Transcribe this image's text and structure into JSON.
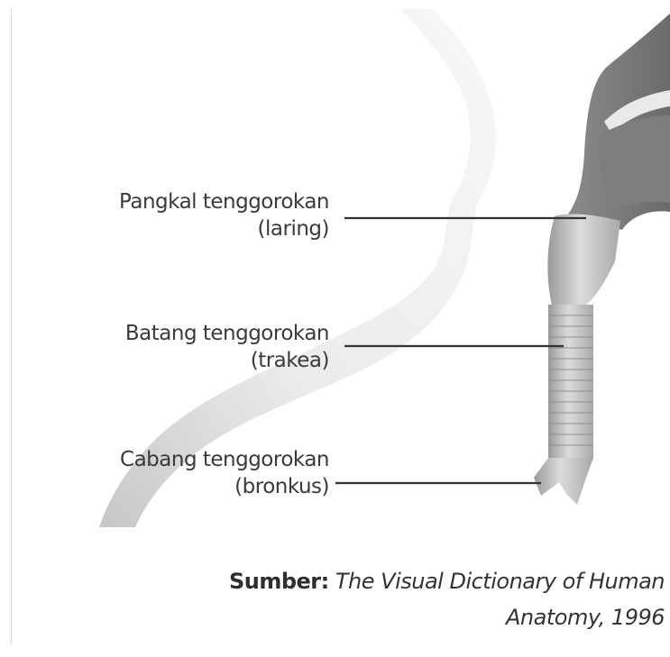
{
  "labels": [
    {
      "term": "Pangkal tenggorokan",
      "latin": "(laring)"
    },
    {
      "term": "Batang tenggorokan",
      "latin": "(trakea)"
    },
    {
      "term": "Cabang tenggorokan",
      "latin": "(bronkus)"
    }
  ],
  "source": {
    "key": "Sumber:",
    "title_line1": "The Visual Dictionary of Human",
    "title_line2": "Anatomy, 1996"
  }
}
